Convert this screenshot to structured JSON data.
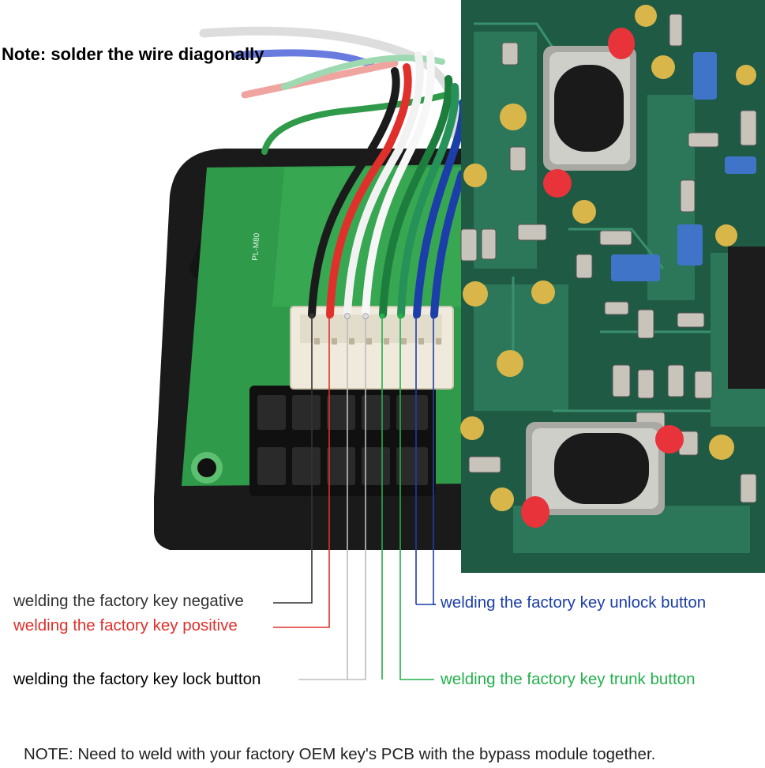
{
  "note_top": "Note: solder the wire diagonally",
  "pcb_silkscreen": "PL-M80",
  "labels": {
    "negative": "welding the factory key negative",
    "positive": "welding the factory key positive",
    "lock": "welding the factory key lock button",
    "unlock": "welding the factory key unlock button",
    "trunk": "welding the factory key trunk button"
  },
  "note_bottom": "NOTE: Need to weld with your factory OEM key's PCB with the bypass module together.",
  "colors": {
    "negative": "#333333",
    "positive": "#e0302c",
    "lock": "#bdbdbd",
    "trunk": "#22b14c",
    "unlock": "#1c3ea8",
    "pcb_green": "#2f9a4a",
    "key_pcb": "#1f5a44",
    "solder_mark": "#e8333a"
  }
}
